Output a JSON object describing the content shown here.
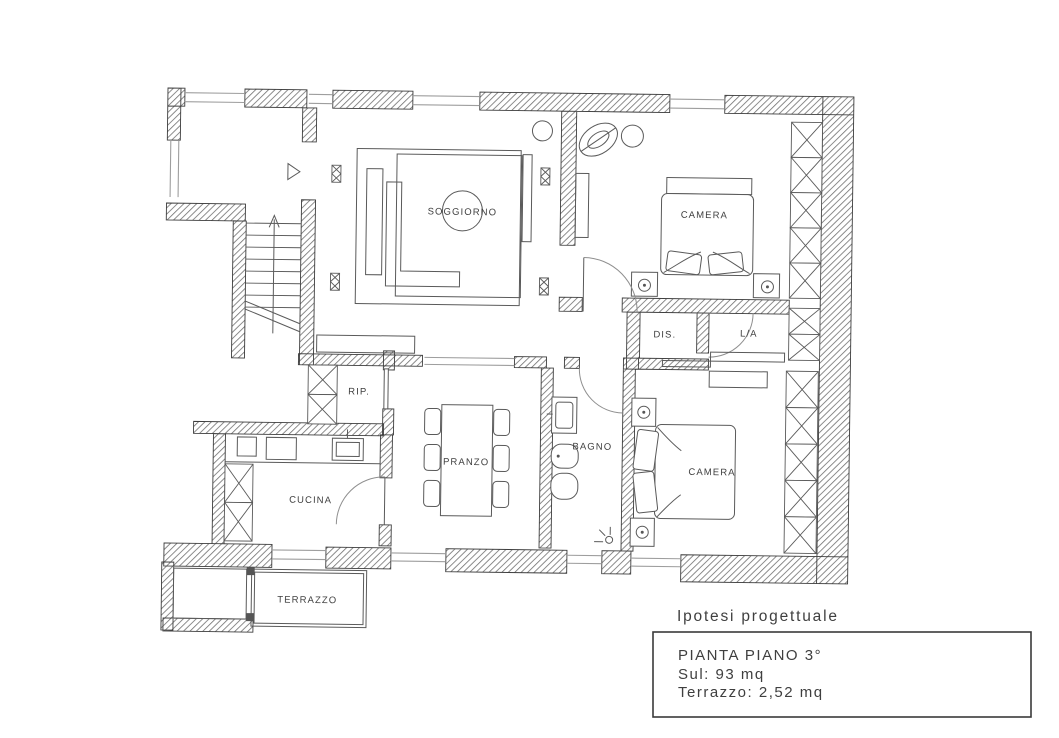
{
  "title_block": {
    "annotation": "Ipotesi progettuale",
    "plan_title": "PIANTA PIANO 3°",
    "area_line": "Sul: 93 mq",
    "terrace_line": "Terrazzo: 2,52 mq"
  },
  "rooms": {
    "soggiorno": {
      "label": "SOGGIORNO"
    },
    "camera_nord": {
      "label": "CAMERA"
    },
    "disimpegno": {
      "label": "DIS."
    },
    "lavanderia": {
      "label": "L/A"
    },
    "ripostiglio": {
      "label": "RIP."
    },
    "pranzo": {
      "label": "PRANZO"
    },
    "bagno": {
      "label": "BAGNO"
    },
    "cucina": {
      "label": "CUCINA"
    },
    "camera_sud": {
      "label": "CAMERA"
    },
    "terrazzo": {
      "label": "TERRAZZO"
    }
  },
  "colors": {
    "wall_outline": "#3d3d3d",
    "wall_hatch": "#6f6f6f",
    "furniture_line": "#5a5a5a",
    "window_line": "#9e9e9e",
    "text": "#3f3f3f",
    "background": "#ffffff"
  }
}
